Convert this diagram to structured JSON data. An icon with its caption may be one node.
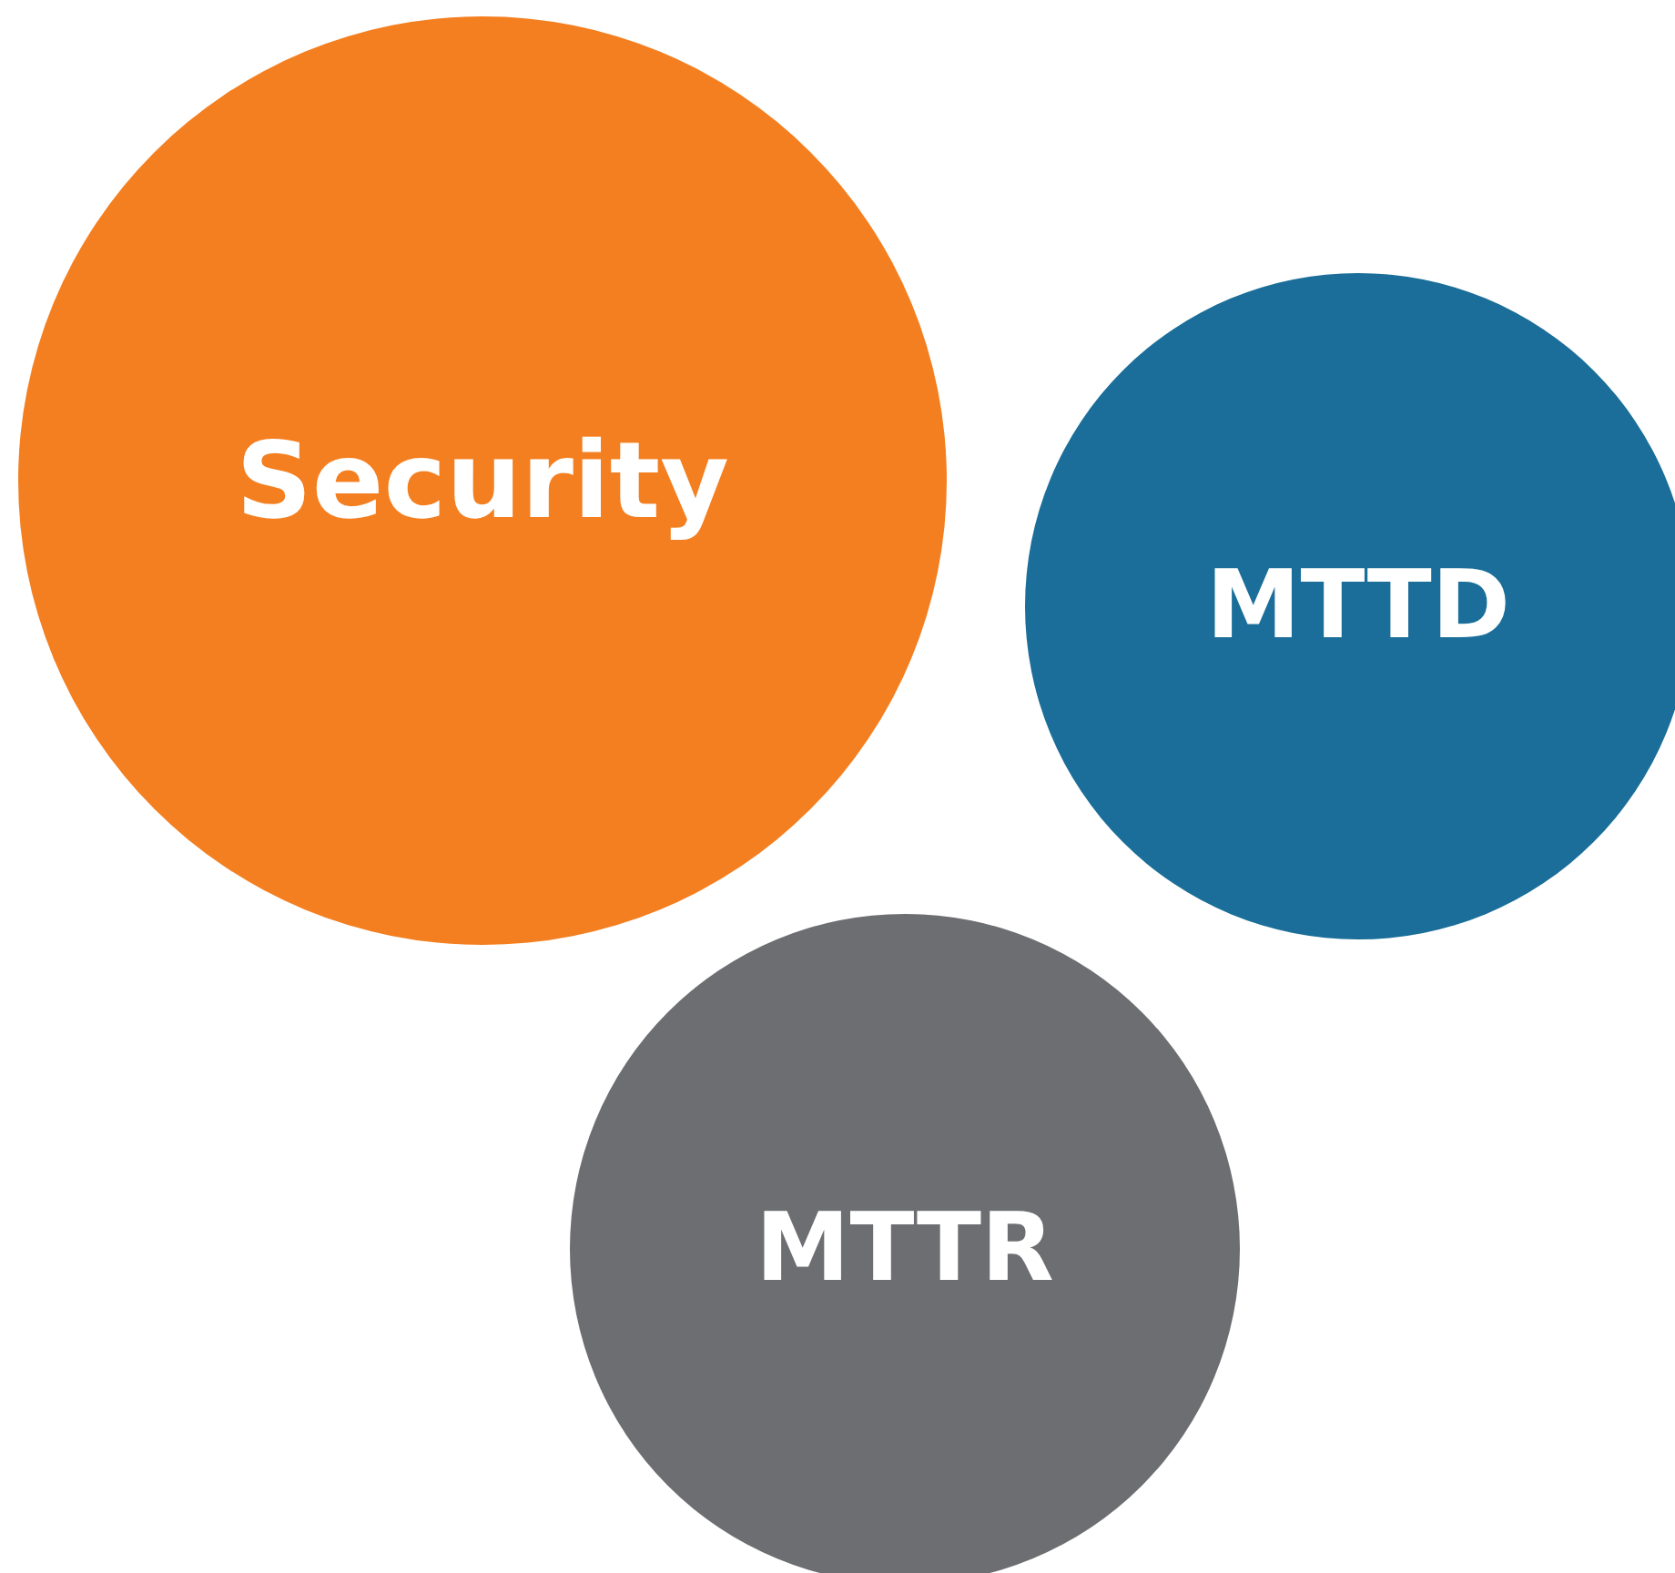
{
  "diagram": {
    "nodes": [
      {
        "text": [
          "Security"
        ]
      },
      {
        "text": [
          "MTTD"
        ]
      },
      {
        "text": [
          "MTTR"
        ]
      }
    ]
  }
}
